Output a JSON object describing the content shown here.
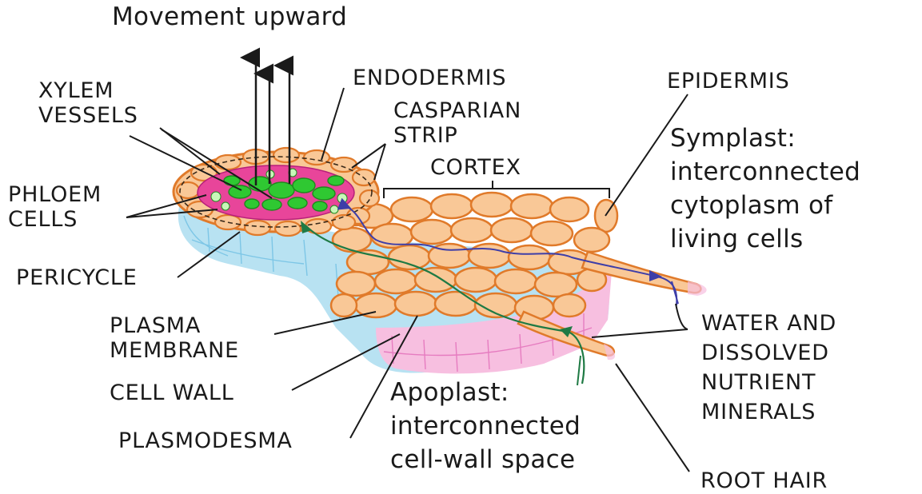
{
  "title": "Movement upward",
  "labels": {
    "xylem_vessels": "XYLEM\nVESSELS",
    "endodermis": "ENDODERMIS",
    "casparian_strip": "CASPARIAN\nSTRIP",
    "cortex": "CORTEX",
    "epidermis": "EPIDERMIS",
    "phloem_cells": "PHLOEM\nCELLS",
    "pericycle": "PERICYCLE",
    "plasma_membrane": "PLASMA\nMEMBRANE",
    "cell_wall": "CELL WALL",
    "plasmodesma": "PLASMODESMA",
    "water_minerals": "WATER AND\nDISSOLVED\nNUTRIENT\nMINERALS",
    "root_hair": "ROOT HAIR"
  },
  "descriptions": {
    "symplast": "Symplast:\ninterconnected\ncytoplasm of\nliving cells",
    "apoplast": "Apoplast:\ninterconnected\ncell-wall space"
  },
  "colors": {
    "cell_fill": "#f9c897",
    "cell_wall": "#e07a2a",
    "xylem": "#2fc832",
    "phloem": "#e8459a",
    "lower_layer": "#b8e2f2",
    "lower_pink": "#f7bfe0",
    "symplast_path": "#3e3ea8",
    "apoplast_path": "#1f7a44",
    "leader_line": "#1a1a1a"
  }
}
